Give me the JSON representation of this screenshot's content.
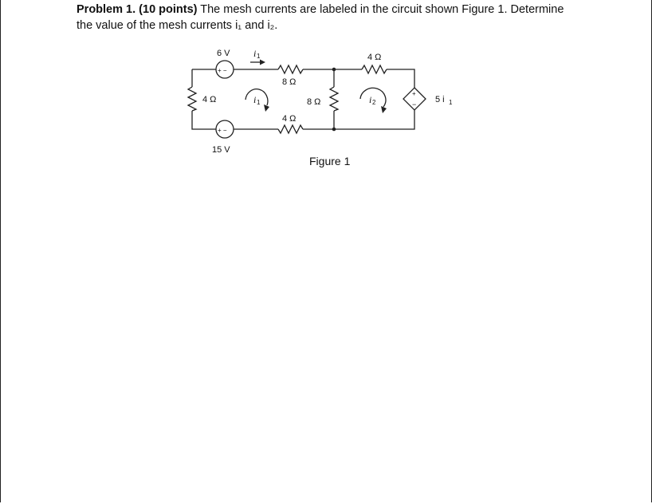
{
  "problem": {
    "heading": "Problem 1.",
    "points": "(10 points)",
    "text_line1": " The mesh currents are labeled in the circuit shown Figure 1. Determine",
    "text_line2": "the value of the mesh currents i₁ and i₂."
  },
  "circuit": {
    "source_top_label": "6 V",
    "source_top_polarity": "+ −",
    "source_bottom_label": "15 V",
    "source_bottom_polarity": "+ −",
    "left_resistor": "4 Ω",
    "top_middle_resistor": "8 Ω",
    "bottom_middle_resistor": "4 Ω",
    "center_resistor": "8 Ω",
    "right_top_resistor": "4 Ω",
    "current_arrow_label": "i",
    "current_arrow_sub": "1",
    "mesh1_label": "i",
    "mesh1_sub": "1",
    "mesh2_label": "i",
    "mesh2_sub": "2",
    "dependent_source_label": "5 i",
    "dependent_source_sub": "1",
    "dependent_plus": "+",
    "dependent_minus": "−"
  },
  "figure_caption": "Figure 1"
}
